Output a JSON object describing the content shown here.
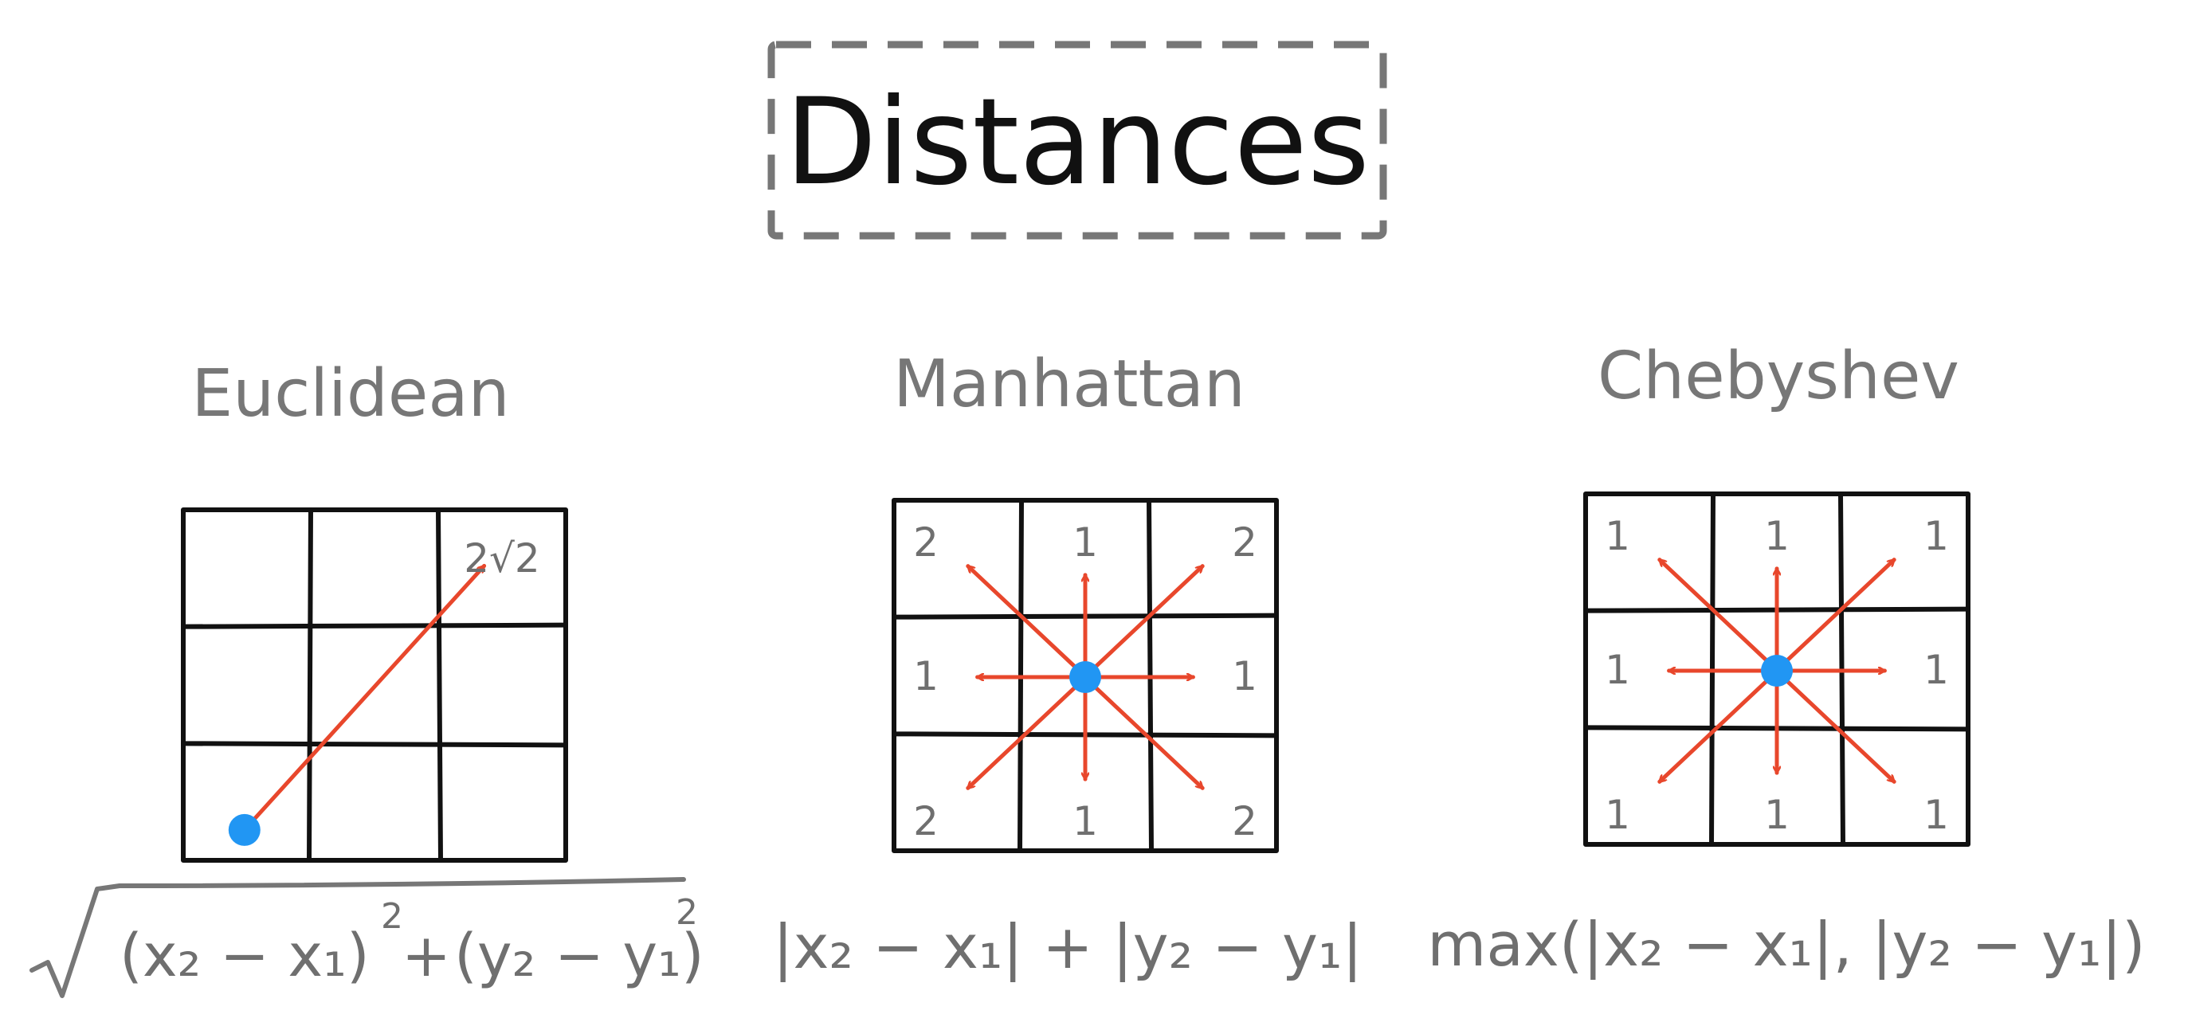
{
  "title": "Distances",
  "colors": {
    "grid": "#111111",
    "arrow": "#e8472c",
    "dot": "#2196f3",
    "label": "#6f6f6f",
    "frame": "#777777"
  },
  "panels": [
    {
      "id": "euclidean",
      "heading": "Euclidean",
      "cell_labels": [
        "",
        "",
        "2√2",
        "",
        "",
        "",
        "",
        "",
        ""
      ],
      "formula": {
        "radicand_a": "(x₂ − x₁)",
        "radicand_b": "(y₂ − y₁)",
        "sup": "2",
        "plus": "+"
      }
    },
    {
      "id": "manhattan",
      "heading": "Manhattan",
      "cell_labels": [
        "2",
        "1",
        "2",
        "1",
        "",
        "1",
        "2",
        "1",
        "2"
      ],
      "formula": {
        "text": "|x₂ − x₁| + |y₂ − y₁|"
      }
    },
    {
      "id": "chebyshev",
      "heading": "Chebyshev",
      "cell_labels": [
        "1",
        "1",
        "1",
        "1",
        "",
        "1",
        "1",
        "1",
        "1"
      ],
      "formula": {
        "text": "max(|x₂ − x₁|, |y₂ − y₁|)"
      }
    }
  ]
}
